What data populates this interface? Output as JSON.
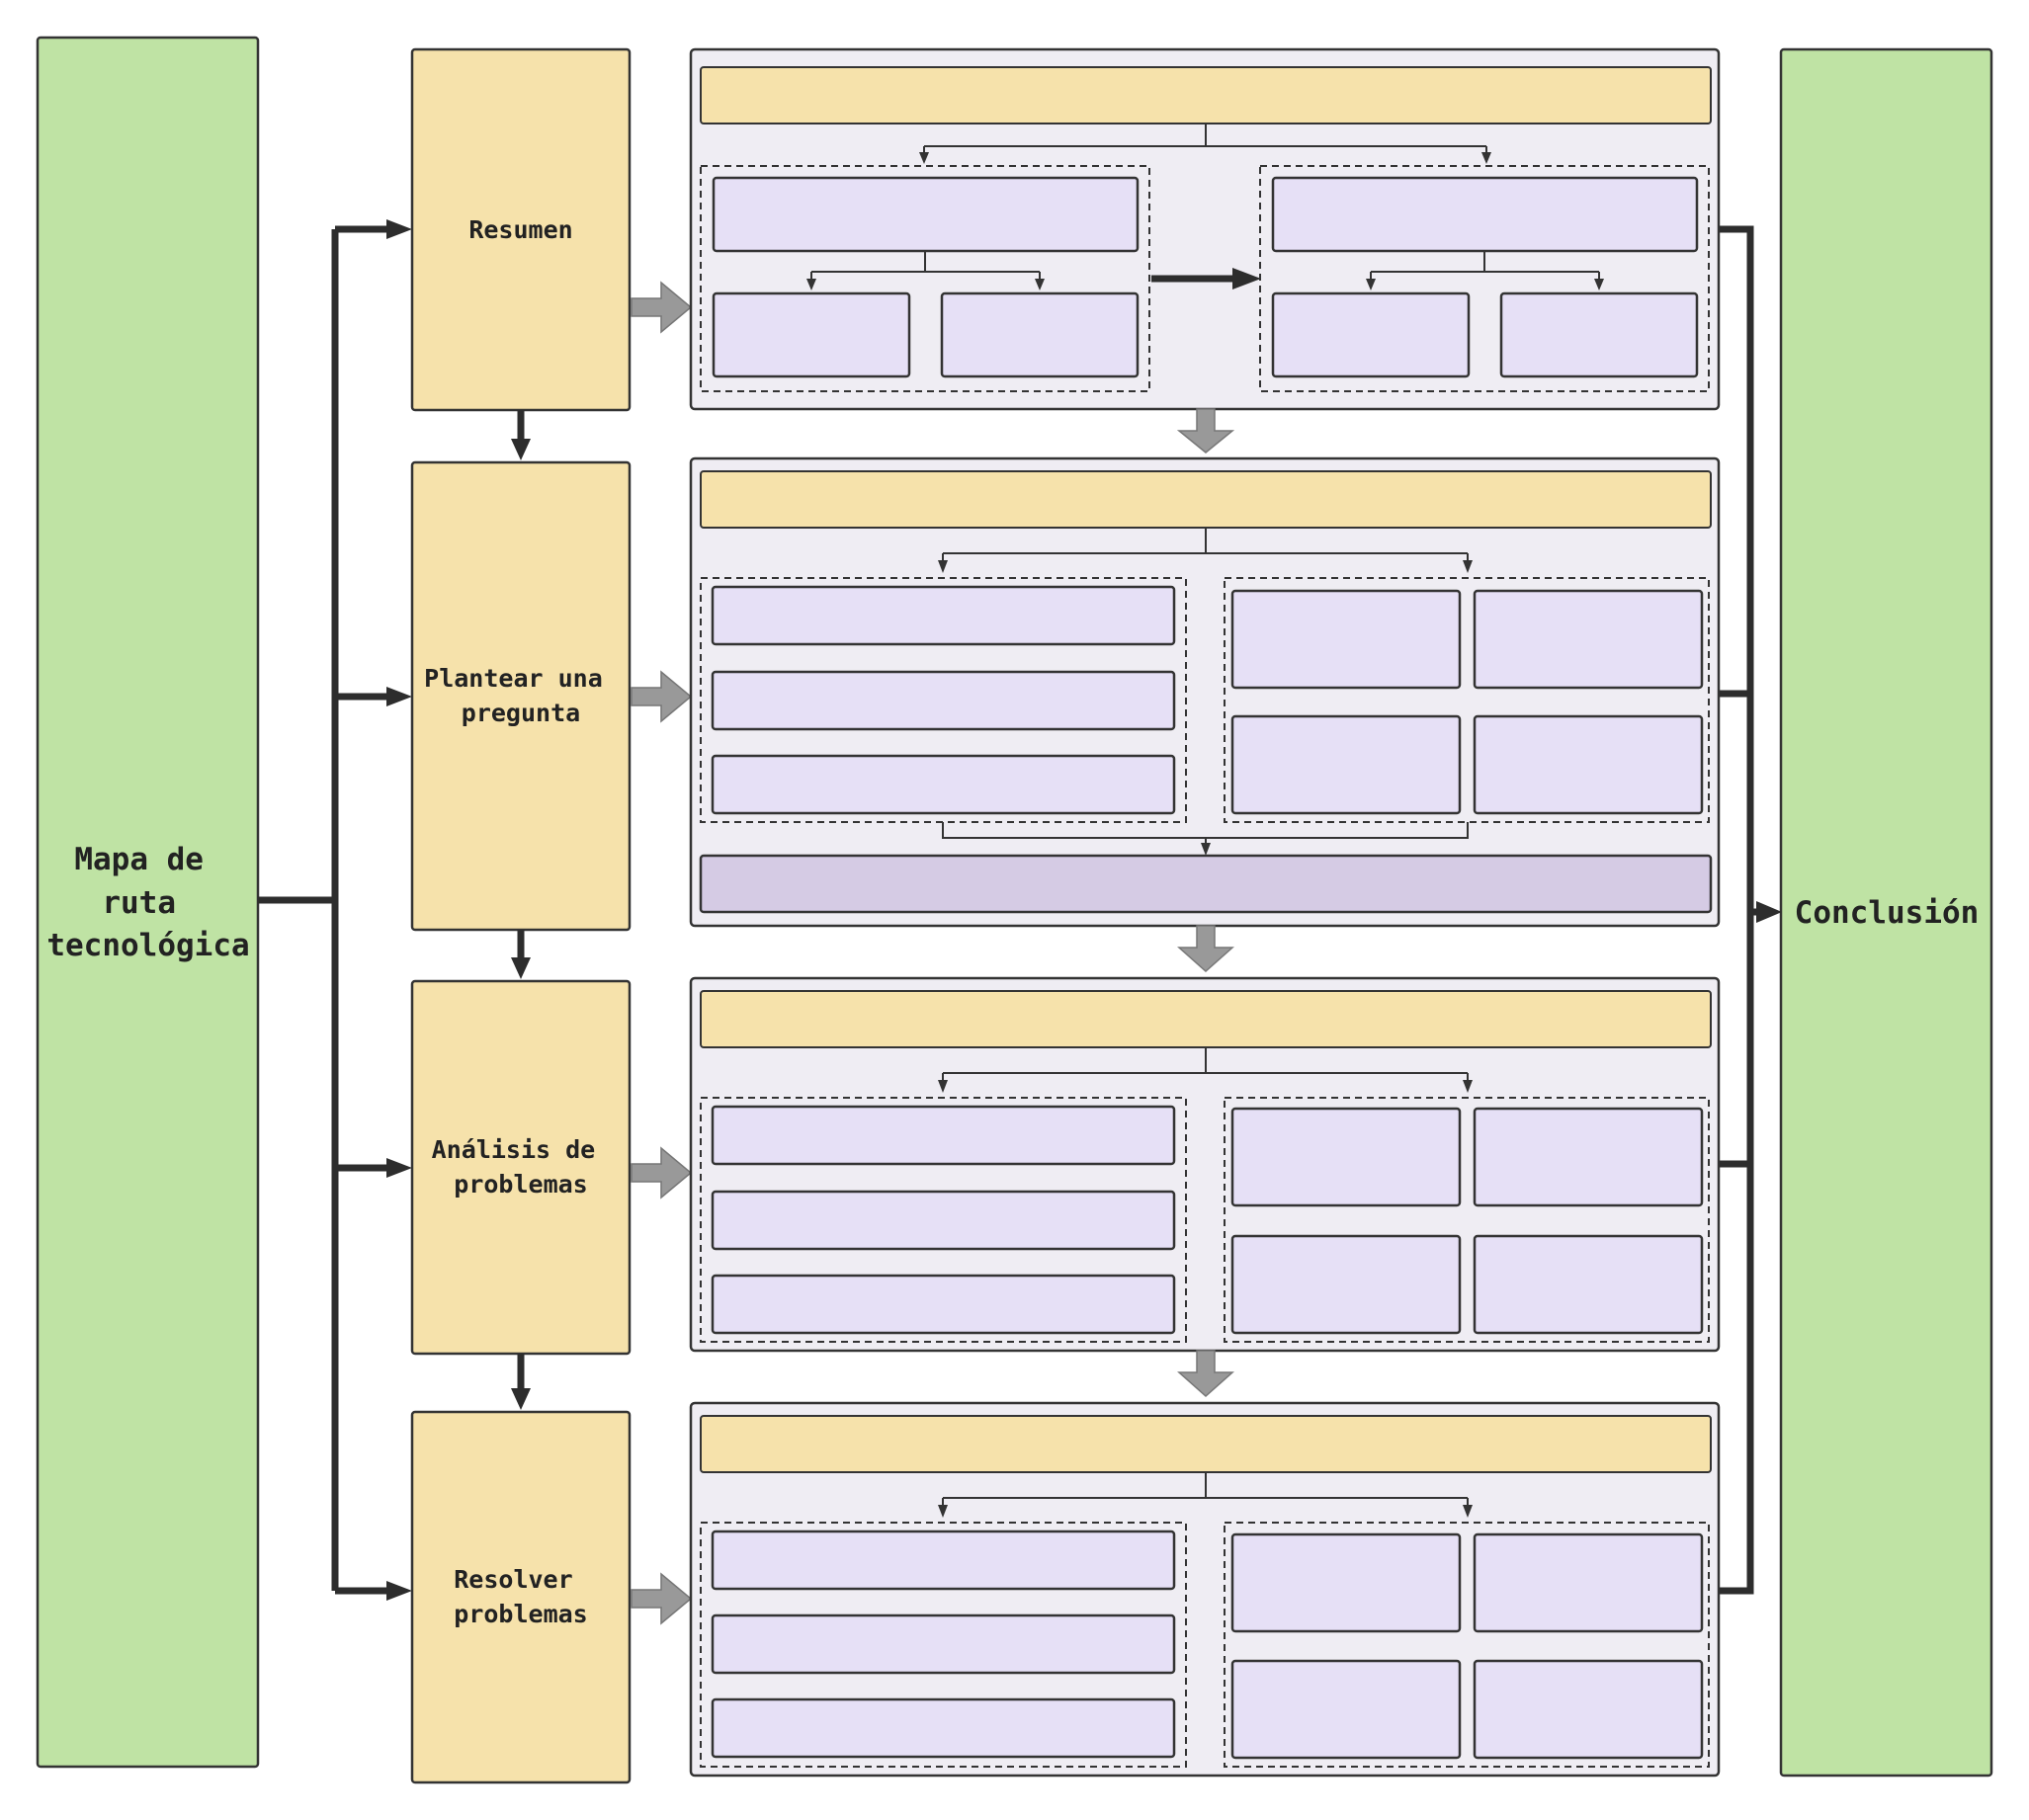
{
  "start": {
    "label_lines": [
      "Mapa de",
      "ruta",
      "tecnológica"
    ]
  },
  "steps": [
    {
      "label_lines": [
        "Resumen"
      ]
    },
    {
      "label_lines": [
        "Plantear una",
        "pregunta"
      ]
    },
    {
      "label_lines": [
        "Análisis de",
        "problemas"
      ]
    },
    {
      "label_lines": [
        "Resolver",
        "problemas"
      ]
    }
  ],
  "end": {
    "label_lines": [
      "Conclusión"
    ]
  },
  "colors": {
    "sidebar": "#bfe3a4",
    "step": "#f6e2ab",
    "panel": "#efedf3",
    "box": "#e6e0f6",
    "box_dark": "#d5cbe4",
    "connector": "#2d2d2d",
    "flow_arrow": "#999999"
  }
}
